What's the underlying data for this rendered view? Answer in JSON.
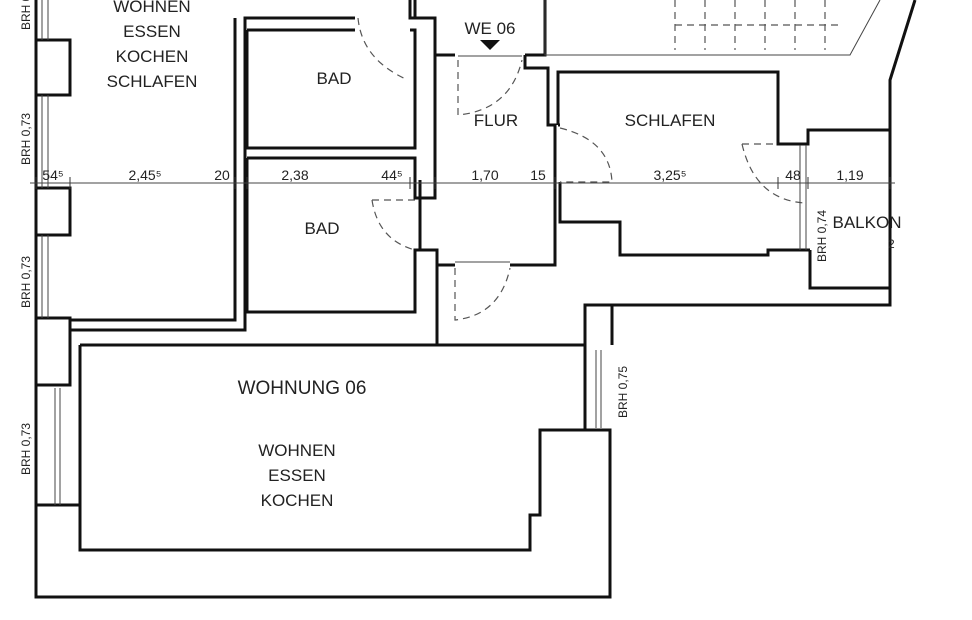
{
  "rooms": {
    "top_left": [
      "WOHNEN",
      "ESSEN",
      "KOCHEN",
      "SCHLAFEN"
    ],
    "bad_upper": "BAD",
    "bad_lower": "BAD",
    "flur": "FLUR",
    "schlafen": "SCHLAFEN",
    "balkon": "BALKON",
    "wohnung_title": "WOHNUNG 06",
    "main_room": [
      "WOHNEN",
      "ESSEN",
      "KOCHEN"
    ]
  },
  "entrance_label": "WE 06",
  "dimensions": [
    "54⁵",
    "2,45⁵",
    "20",
    "2,38",
    "44⁵",
    "1,70",
    "15",
    "3,25⁵",
    "48",
    "1,19"
  ],
  "window_heights": [
    "BRH 0,73",
    "BRH 0,73",
    "BRH 0,73",
    "BRH 0,75",
    "BRH 0,74"
  ],
  "balkon_note": "2"
}
